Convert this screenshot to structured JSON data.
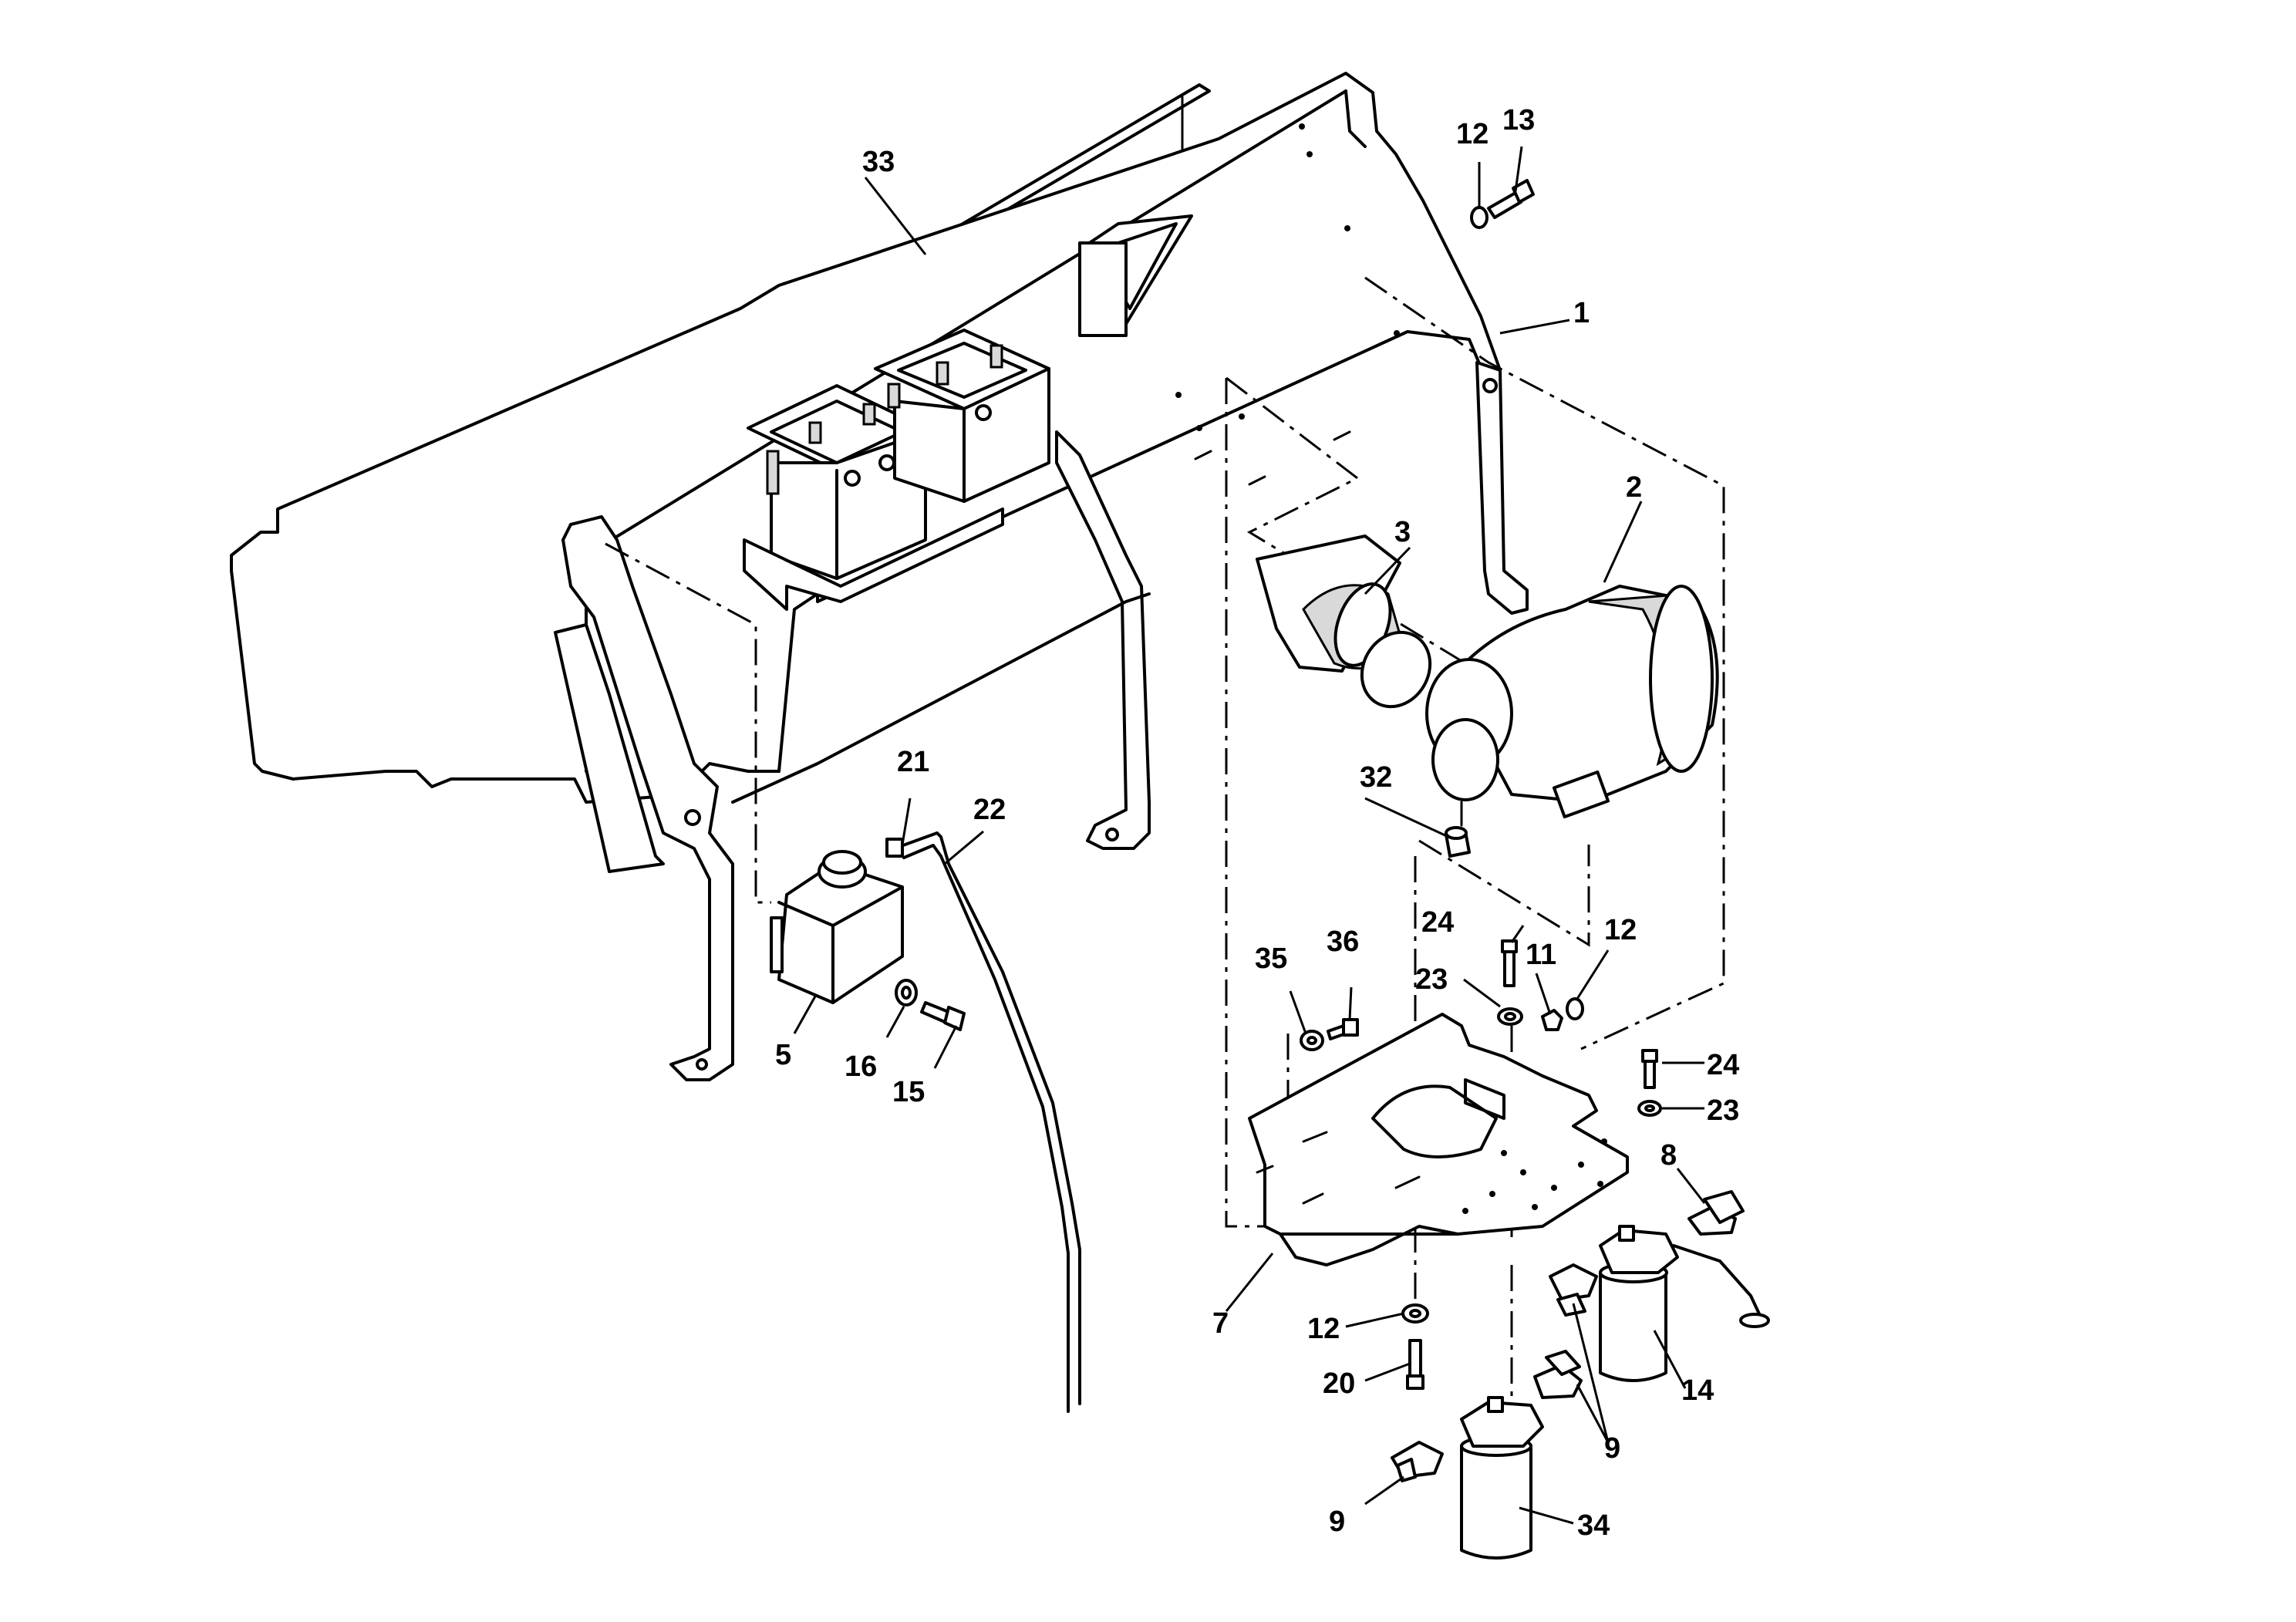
{
  "callouts": {
    "c1": "1",
    "c2": "2",
    "c3": "3",
    "c5": "5",
    "c7": "7",
    "c8": "8",
    "c9a": "9",
    "c9b": "9",
    "c11": "11",
    "c12a": "12",
    "c12b": "12",
    "c12c": "12",
    "c13": "13",
    "c14": "14",
    "c15": "15",
    "c16": "16",
    "c20": "20",
    "c21": "21",
    "c22": "22",
    "c23a": "23",
    "c23b": "23",
    "c24a": "24",
    "c24b": "24",
    "c32": "32",
    "c33": "33",
    "c34": "34",
    "c35": "35",
    "c36": "36"
  }
}
